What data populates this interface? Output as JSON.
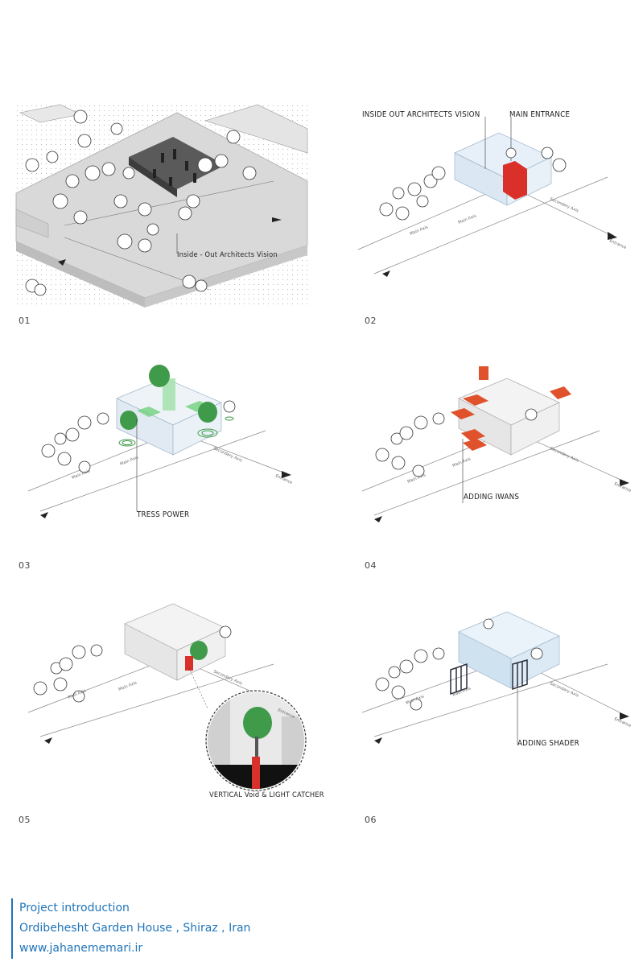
{
  "panels": [
    {
      "number": "01",
      "labels": [
        "Inside - Out Architects Vision"
      ]
    },
    {
      "number": "02",
      "labels": [
        "INSIDE OUT ARCHITECTS VISION",
        "MAIN ENTRANCE"
      ]
    },
    {
      "number": "03",
      "labels": [
        "TRESS POWER"
      ]
    },
    {
      "number": "04",
      "labels": [
        "ADDING IWANS"
      ]
    },
    {
      "number": "05",
      "labels": [
        "VERTICAL Void & LIGHT CATCHER"
      ]
    },
    {
      "number": "06",
      "labels": [
        "ADDING SHADER"
      ]
    }
  ],
  "axis_labels": {
    "main": "Main Axis",
    "secondary": "Secondary Axis",
    "entrance": "Entrance"
  },
  "footer": {
    "line1": "Project introduction",
    "line2": "Ordibehesht Garden House , Shiraz , Iran",
    "line3": "www.jahanememari.ir"
  },
  "colors": {
    "accent_red": "#e0522c",
    "entrance_red": "#d9302a",
    "tree_green": "#3f9a4a",
    "glass_blue": "#cfe2f0",
    "footer_blue": "#1f74b9"
  }
}
